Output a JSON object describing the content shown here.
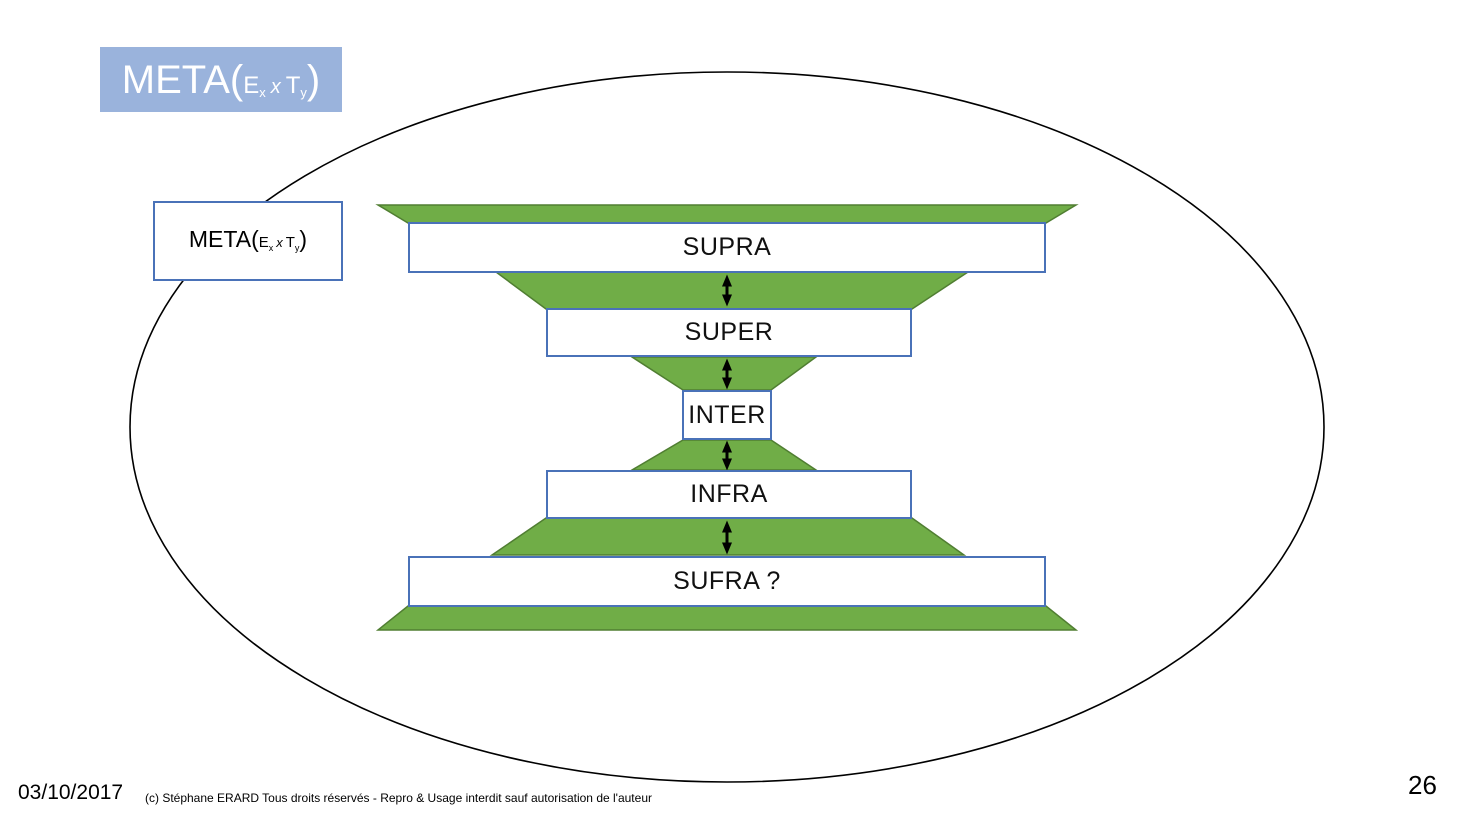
{
  "slide": {
    "title": {
      "prefix": "META(",
      "e_base": "E",
      "e_sub": "x",
      "times": "x",
      "t_base": "T",
      "t_sub": "y",
      "suffix": ")"
    },
    "meta_box": {
      "prefix": "META(",
      "e_base": "E",
      "e_sub": "x",
      "times": "x",
      "t_base": "T",
      "t_sub": "y",
      "suffix": ")"
    },
    "levels": [
      {
        "label": "SUPRA"
      },
      {
        "label": "SUPER"
      },
      {
        "label": "INTER"
      },
      {
        "label": "INFRA"
      },
      {
        "label": "SUFRA ?"
      }
    ],
    "footer": {
      "date": "03/10/2017",
      "copyright": "(c) Stéphane ERARD Tous droits réservés - Repro & Usage interdit sauf autorisation de l'auteur",
      "page_number": "26"
    },
    "colors": {
      "funnel_green": "#70AD47",
      "funnel_green_border": "#507E32",
      "box_border_blue": "#4A72B8",
      "title_background": "#9AB3DC",
      "title_text": "#FFFFFF",
      "ellipse_outline": "#000000",
      "arrow_color": "#000000"
    }
  }
}
